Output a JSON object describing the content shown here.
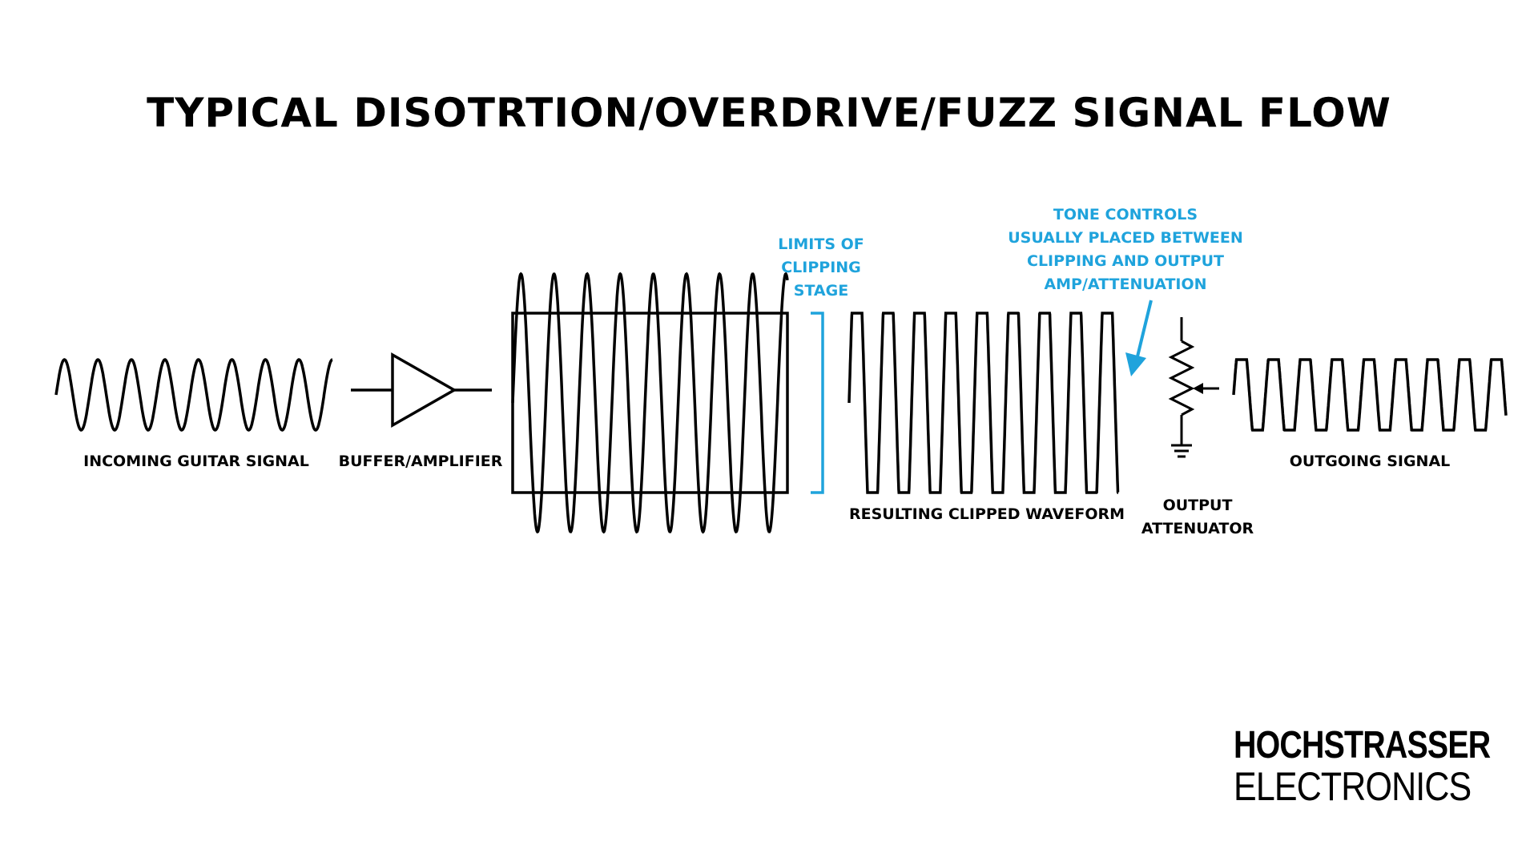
{
  "title": "TYPICAL DISOTRTION/OVERDRIVE/FUZZ SIGNAL FLOW",
  "labels": {
    "incoming": "INCOMING GUITAR SIGNAL",
    "buffer": "BUFFER/AMPLIFIER",
    "clipped": "RESULTING CLIPPED WAVEFORM",
    "attenuator": [
      "OUTPUT",
      "ATTENUATOR"
    ],
    "outgoing": "OUTGOING SIGNAL"
  },
  "annotations": {
    "limits": [
      "LIMITS OF",
      "CLIPPING",
      "STAGE"
    ],
    "tone": [
      "TONE CONTROLS",
      "USUALLY PLACED BETWEEN",
      "CLIPPING AND OUTPUT",
      "AMP/ATTENUATION"
    ]
  },
  "logo": {
    "line1": "HOCHSTRASSER",
    "line2": "ELECTRONICS"
  },
  "colors": {
    "ink": "#000000",
    "accent": "#1fa3dc",
    "background": "#ffffff"
  }
}
